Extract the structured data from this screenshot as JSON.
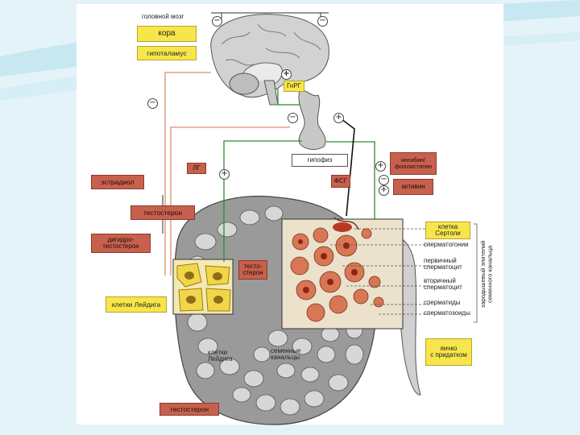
{
  "labels": {
    "brain_title": "головной мозг",
    "cortex": "кора",
    "hypothalamus": "гипоталамус",
    "gnrh": "ГнРГ",
    "pituitary": "гипофиз",
    "inhibin": "ингибин/\nфоллистатин",
    "activin": "активин",
    "lh": "ЛГ",
    "fsh": "ФСГ",
    "estradiol": "эстрадиол",
    "testosterone_mid": "тестостерон",
    "dihydrotestosterone": "дигидро-\nтестостерон",
    "leydig_cells_box": "клетки Лейдига",
    "testosterone_inset": "тесто-\nстерон",
    "leydig_cells_text": "клетки\nЛейдига",
    "seminiferous_tubules": "семенные\nканальцы",
    "testosterone_bottom": "тестостерон",
    "sertoli_cell": "клетка\nСертоли",
    "spermatogonia": "сперматогонии",
    "primary_spermatocyte": "первичный\nсперматоцит",
    "secondary_spermatocyte": "вторичный\nсперматоцит",
    "spermatids": "сперматиды",
    "spermatozoa": "сперматозоиды",
    "germinal_epithelium": "зародышевый эпителий\nсеменного канальца",
    "testis_epididymis": "яичко\nс придатком"
  },
  "signs": {
    "brain_left": "−",
    "brain_right": "−",
    "gnrh_plus": "+",
    "left_minus": "−",
    "pituitary_minus": "−",
    "pituitary_plus": "+",
    "lh_plus": "+",
    "fsh_plus": "+",
    "inhibin_minus": "−",
    "inhibin_plus": "+"
  },
  "colors": {
    "yellow_box": "#f7e64b",
    "red_box": "#c8604e",
    "green_pathway": "#2e8b2e",
    "orange_pathway": "#d9906a",
    "cell_red": "#c0503c",
    "leydig_yellow": "#f2d64a",
    "tissue_gray": "#9a9a9a"
  }
}
